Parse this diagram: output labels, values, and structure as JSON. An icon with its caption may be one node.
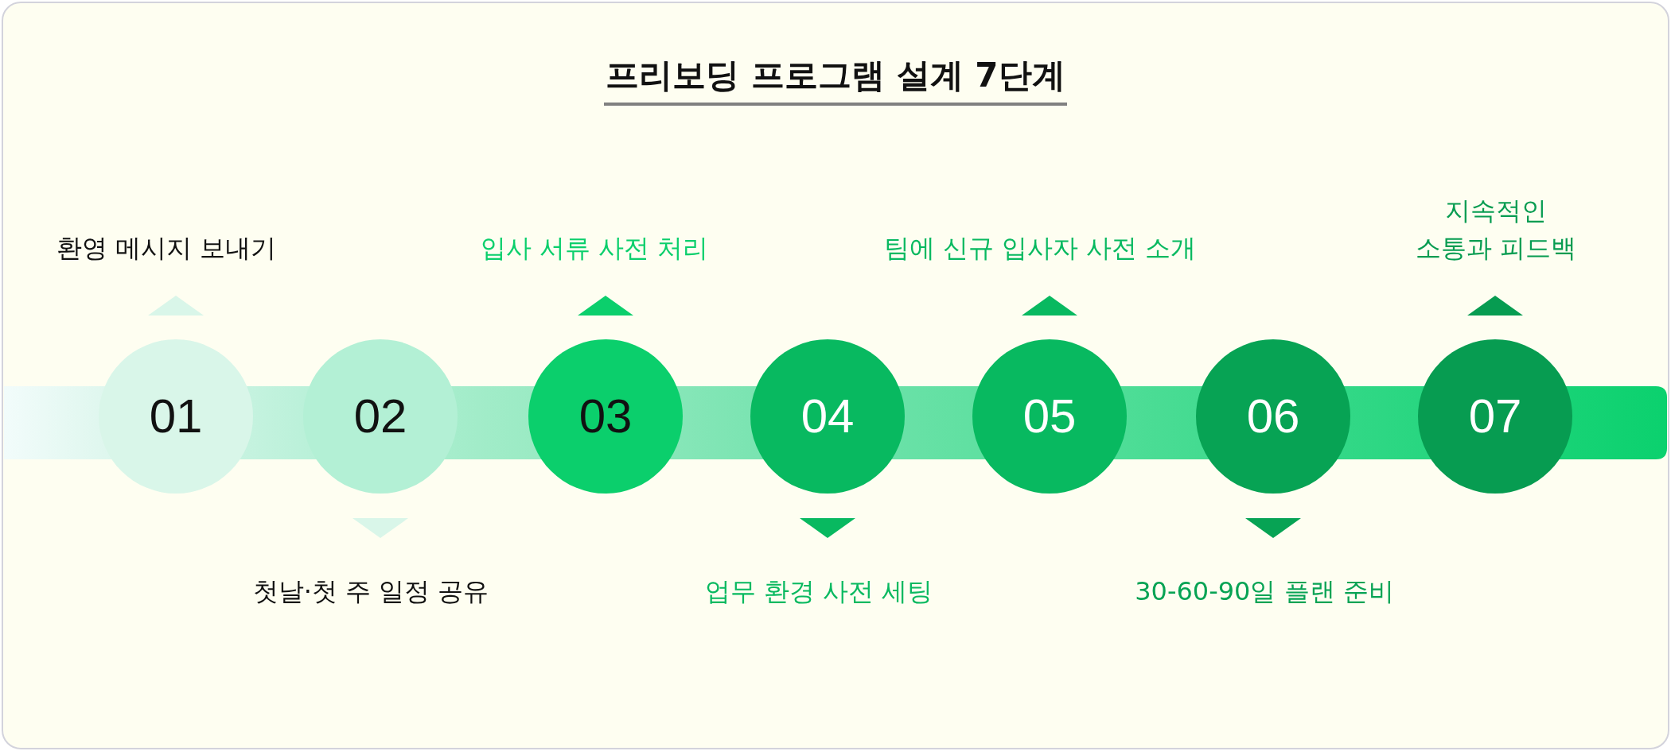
{
  "diagram": {
    "title": "프리보딩 프로그램 설계 7단계",
    "nodes": [
      {
        "text": [
          "01"
        ],
        "beside": [
          "환영 메시지 보내기"
        ]
      },
      {
        "text": [
          "02"
        ],
        "beside": [
          "첫날·첫 주 일정 공유"
        ]
      },
      {
        "text": [
          "03"
        ],
        "beside": [
          "입사 서류 사전 처리"
        ]
      },
      {
        "text": [
          "04"
        ],
        "beside": [
          "업무 환경 사전 세팅"
        ]
      },
      {
        "text": [
          "05"
        ],
        "beside": [
          "팀에 신규 입사자 사전 소개"
        ]
      },
      {
        "text": [
          "06"
        ],
        "beside": [
          "30-60-90일 플랜 준비"
        ]
      },
      {
        "text": [
          "07"
        ],
        "beside": [
          "지속적인 소통과 피드백"
        ]
      }
    ]
  }
}
